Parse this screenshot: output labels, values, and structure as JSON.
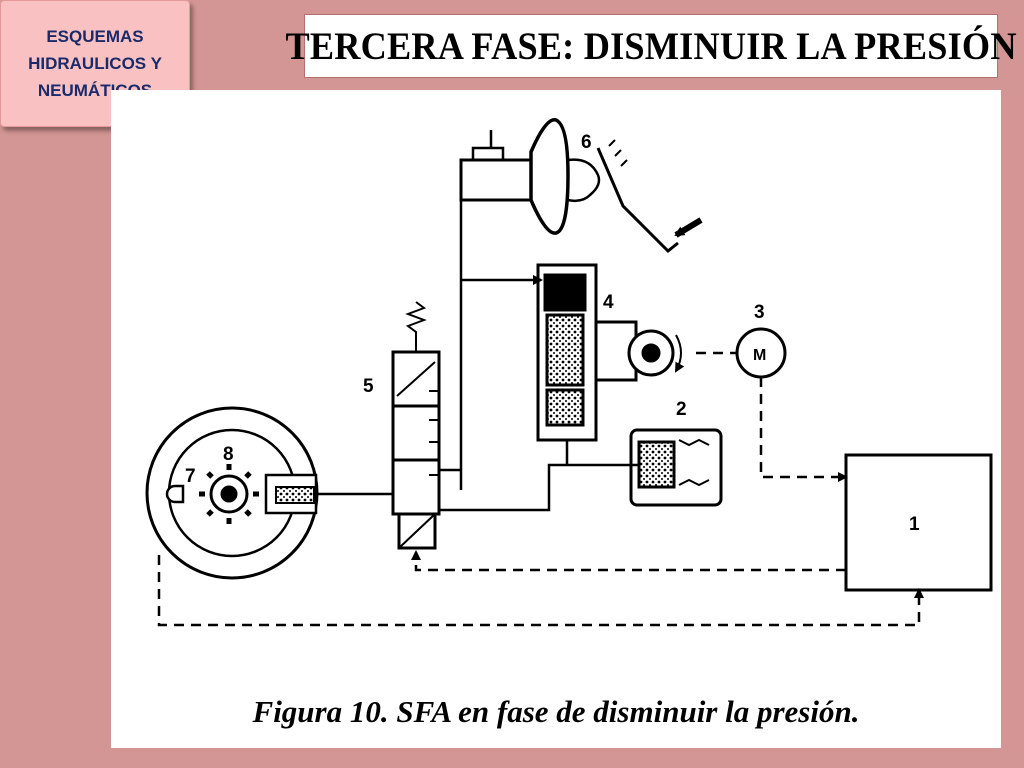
{
  "badge": {
    "text": "ESQUEMAS\nHIDRAULICOS Y\nNEUMÁTICOS"
  },
  "title": "TERCERA FASE: DISMINUIR LA PRESIÓN",
  "figure": {
    "caption": "Figura 10. SFA en fase de disminuir la presión.",
    "labels": {
      "n1": "1",
      "n2": "2",
      "n3": "3",
      "n4": "4",
      "n5": "5",
      "n6": "6",
      "n7": "7",
      "n8": "8",
      "motor": "M"
    }
  },
  "colors": {
    "background": "#d39694",
    "badge": "#f9c1c1",
    "badge_text": "#1a2a6a"
  }
}
